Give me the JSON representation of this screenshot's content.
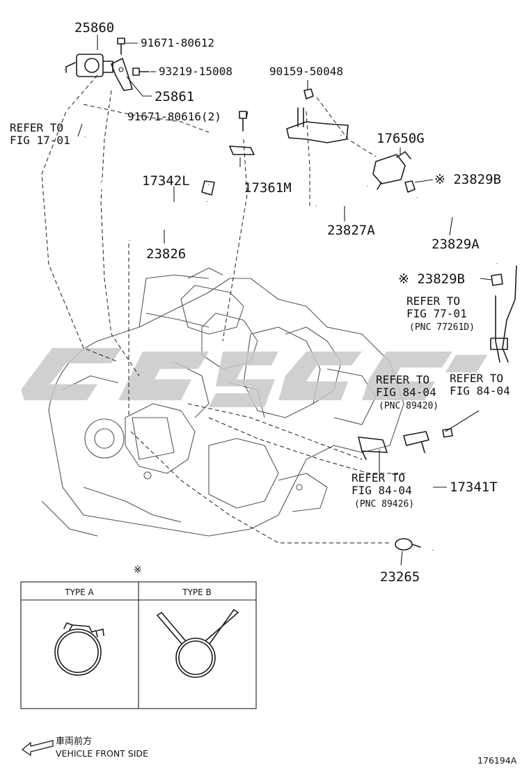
{
  "parts": {
    "p25860": "25860",
    "p91671_80612": "91671-80612",
    "p93219_15008": "93219-15008",
    "p25861": "25861",
    "p90159_50048": "90159-50048",
    "p91671_80616": "91671-80616(2)",
    "p17650G": "17650G",
    "p23829B_top": "※ 23829B",
    "p17342L": "17342L",
    "p17361M": "17361M",
    "p23827A": "23827A",
    "p23829A": "23829A",
    "p23826": "23826",
    "p23829B_mid": "※ 23829B",
    "p17341T": "17341T",
    "p23265": "23265"
  },
  "refs": {
    "fig1701_l1": "REFER TO",
    "fig1701_l2": "FIG 17-01",
    "fig7701_l1": "REFER TO",
    "fig7701_l2": "FIG 77-01",
    "fig7701_pnc": "(PNC 77261D)",
    "fig8404a_l1": "REFER TO",
    "fig8404a_l2": "FIG 84-04",
    "fig8404a_pnc": "(PNC 89420)",
    "fig8404b_l1": "REFER TO",
    "fig8404b_l2": "FIG 84-04",
    "fig8404c_l1": "REFER TO",
    "fig8404c_l2": "FIG 84-04",
    "fig8404c_pnc": "(PNC 89426)"
  },
  "table": {
    "mark": "※",
    "type_a": "TYPE A",
    "type_b": "TYPE B"
  },
  "footer": {
    "direction_jp": "車両前方",
    "direction_en": "VEHICLE FRONT SIDE",
    "figure_id": "176194A"
  },
  "icons": [
    "left-arrow-icon"
  ],
  "colors": {
    "line": "#1a1a1a",
    "watermark": "#c8c8c8"
  }
}
